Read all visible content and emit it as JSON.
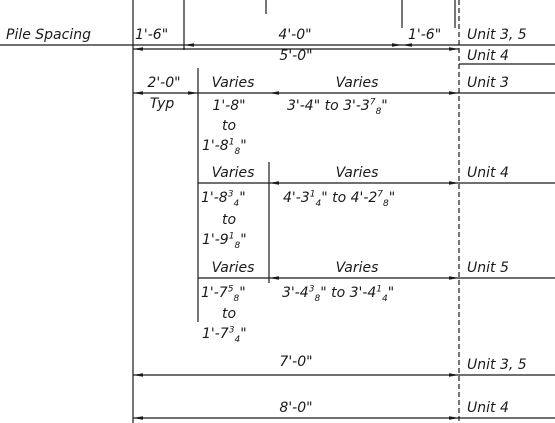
{
  "labels": {
    "pile_spacing": "Pile Spacing",
    "dim_1_6_left": "1'-6\"",
    "dim_4_0": "4'-0\"",
    "dim_1_6_right": "1'-6\"",
    "unit_3_5_top": "Unit 3, 5",
    "dim_5_0": "5'-0\"",
    "unit_4_top": "Unit 4",
    "dim_2_0": "2'-0\"",
    "typ": "Typ",
    "varies_1": "Varies",
    "varies_2": "Varies",
    "unit_3": "Unit 3",
    "r1_a": "1'-8\"",
    "r1_to": "to",
    "r1_b_main": "1'-8",
    "r1_b_num": "1",
    "r1_b_den": "8",
    "r1_b_tail": "\"",
    "r1_range_main": "3'-4\" to 3'-3",
    "r1_range_num": "7",
    "r1_range_den": "8",
    "r1_range_tail": "\"",
    "varies_3": "Varies",
    "varies_4": "Varies",
    "unit_4_mid": "Unit 4",
    "r2_a_main": "1'-8",
    "r2_a_num": "3",
    "r2_a_den": "4",
    "r2_a_tail": "\"",
    "r2_to": "to",
    "r2_b_main": "1'-9",
    "r2_b_num": "1",
    "r2_b_den": "8",
    "r2_b_tail": "\"",
    "r2_range_main1": "4'-3",
    "r2_range_num1": "1",
    "r2_range_den1": "4",
    "r2_range_mid": "\" to 4'-2",
    "r2_range_num2": "7",
    "r2_range_den2": "8",
    "r2_range_tail": "\"",
    "varies_5": "Varies",
    "varies_6": "Varies",
    "unit_5": "Unit 5",
    "r3_a_main": "1'-7",
    "r3_a_num": "5",
    "r3_a_den": "8",
    "r3_a_tail": "\"",
    "r3_to": "to",
    "r3_b_main": "1'-7",
    "r3_b_num": "3",
    "r3_b_den": "4",
    "r3_b_tail": "\"",
    "r3_range_main1": "3'-4",
    "r3_range_num1": "3",
    "r3_range_den1": "8",
    "r3_range_mid": "\" to 3'-4",
    "r3_range_num2": "1",
    "r3_range_den2": "4",
    "r3_range_tail": "\"",
    "dim_7_0": "7'-0\"",
    "unit_3_5_bottom": "Unit 3, 5",
    "dim_8_0": "8'-0\"",
    "unit_4_bottom": "Unit 4"
  },
  "colors": {
    "ink": "#1a1a1a",
    "background": "#ffffff"
  }
}
